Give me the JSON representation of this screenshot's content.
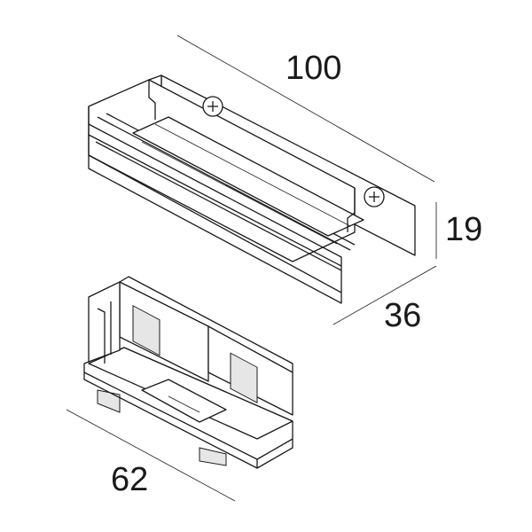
{
  "dimensions": {
    "length_top": "100",
    "height": "19",
    "width": "36",
    "length_bottom": "62"
  }
}
